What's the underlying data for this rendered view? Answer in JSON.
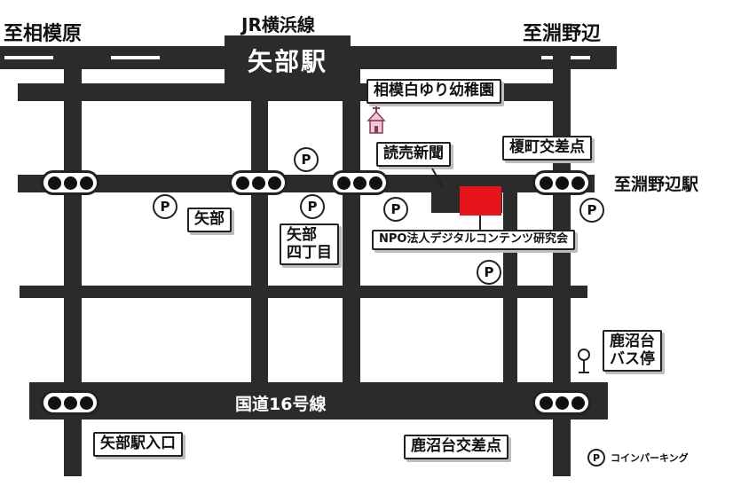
{
  "map": {
    "rail_line": "JR横浜線",
    "station": "矢部駅",
    "direction_west": "至相模原",
    "direction_east": "至淵野辺",
    "direction_east_station": "至淵野辺駅",
    "route16": "国道16号線",
    "landmarks": {
      "kindergarten": "相模白ゆり幼稚園",
      "newspaper": "読売新聞",
      "npo": "NPO法人デジタルコンテンツ研究会",
      "bus_stop": "鹿沼台\nバス停"
    },
    "intersections": {
      "yabe": "矢部",
      "yabe_4chome": "矢部\n四丁目",
      "enokicho": "榎町交差点",
      "yabe_ekiiriguchi": "矢部駅入口",
      "kanumadai": "鹿沼台交差点"
    },
    "parking_symbol": "P",
    "legend_label": "コインパーキング"
  },
  "colors": {
    "road": "#2b2b2b",
    "target_building": "#e8141b",
    "background": "#ffffff"
  },
  "icons": [
    "traffic-signal-icon",
    "parking-icon",
    "bus-stop-icon",
    "kindergarten-icon"
  ]
}
